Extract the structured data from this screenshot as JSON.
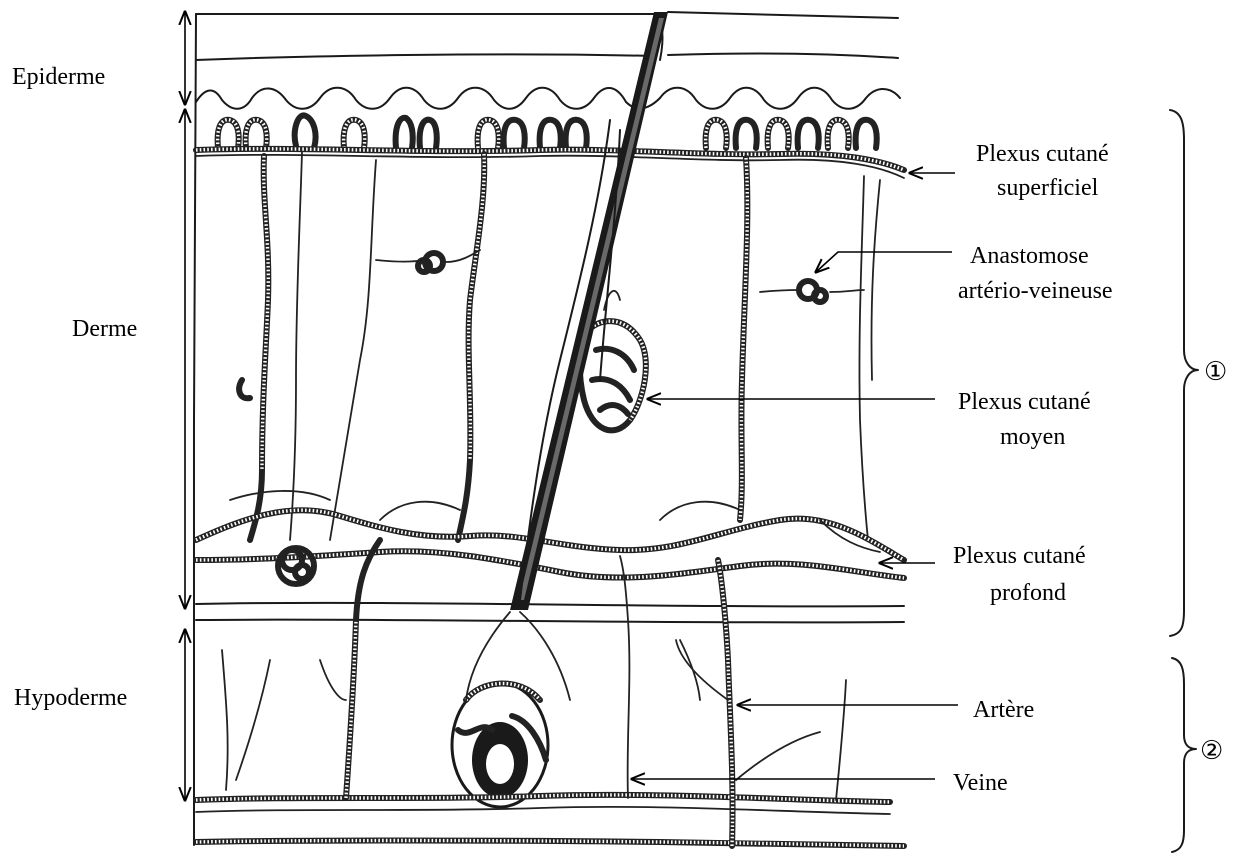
{
  "layers": {
    "epiderme": "Epiderme",
    "derme": "Derme",
    "hypoderme": "Hypoderme"
  },
  "structures": {
    "plexus_superficiel": [
      "Plexus cutané",
      "superficiel"
    ],
    "anastomose": [
      "Anastomose",
      "artério-veineuse"
    ],
    "plexus_moyen": [
      "Plexus cutané",
      "moyen"
    ],
    "plexus_profond": [
      "Plexus cutané",
      "profond"
    ],
    "artere": "Artère",
    "veine": "Veine"
  },
  "groups": {
    "group1": "①",
    "group2": "②"
  }
}
